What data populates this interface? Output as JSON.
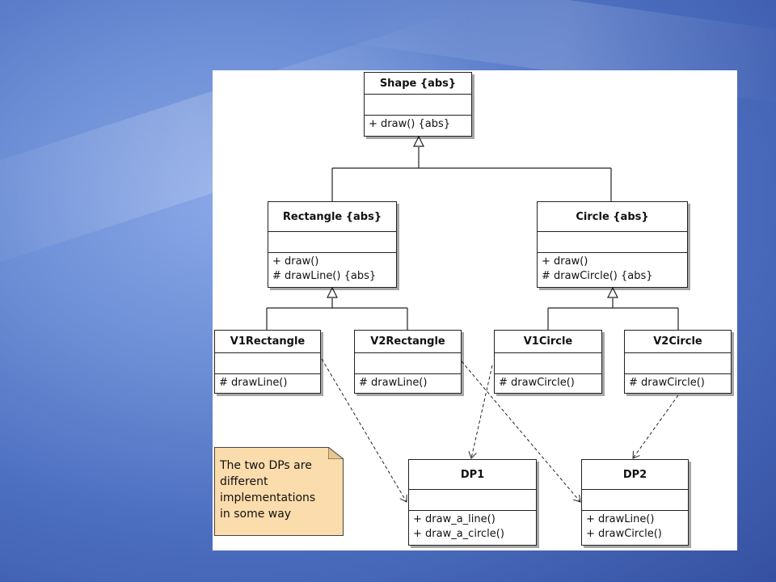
{
  "diagram": {
    "classes": {
      "shape": {
        "name": "Shape {abs}",
        "ops": [
          "+ draw() {abs}"
        ]
      },
      "rectangle": {
        "name": "Rectangle {abs}",
        "ops": [
          "+ draw()",
          "# drawLine() {abs}"
        ]
      },
      "circle": {
        "name": "Circle {abs}",
        "ops": [
          "+ draw()",
          "# drawCircle() {abs}"
        ]
      },
      "v1rectangle": {
        "name": "V1Rectangle",
        "ops": [
          "# drawLine()"
        ]
      },
      "v2rectangle": {
        "name": "V2Rectangle",
        "ops": [
          "# drawLine()"
        ]
      },
      "v1circle": {
        "name": "V1Circle",
        "ops": [
          "# drawCircle()"
        ]
      },
      "v2circle": {
        "name": "V2Circle",
        "ops": [
          "# drawCircle()"
        ]
      },
      "dp1": {
        "name": "DP1",
        "ops": [
          "+ draw_a_line()",
          "+ draw_a_circle()"
        ]
      },
      "dp2": {
        "name": "DP2",
        "ops": [
          "+ drawLine()",
          "+ drawCircle()"
        ]
      }
    },
    "note": {
      "lines": [
        "The two DPs are",
        "different",
        "implementations",
        "in some way"
      ]
    }
  }
}
